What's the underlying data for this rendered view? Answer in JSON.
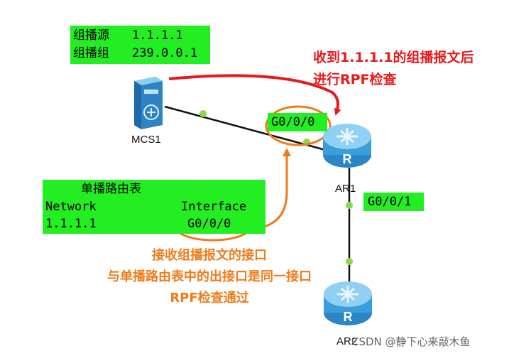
{
  "multicast_info": {
    "source_label": "组播源",
    "source_value": "1.1.1.1",
    "group_label": "组播组",
    "group_value": "239.0.0.1"
  },
  "unicast_table": {
    "title": "单播路由表",
    "col_network": "Network",
    "col_interface": "Interface",
    "row_network": "1.1.1.1",
    "row_interface": "G0/0/0"
  },
  "devices": {
    "server": "MCS1",
    "router1": "AR1",
    "router2": "AR2"
  },
  "interfaces": {
    "ar1_g000": "G0/0/0",
    "ar1_g001": "G0/0/1"
  },
  "annotations": {
    "red_line1": "收到1.1.1.1的组播报文后",
    "red_line2": "进行RPF检查",
    "orange_line1": "接收组播报文的接口",
    "orange_line2": "与单播路由表中的出接口是同一接口",
    "orange_line3": "RPF检查通过"
  },
  "watermark": "CSDN @静下心来敲木鱼",
  "colors": {
    "label_green": "#22ee22",
    "red": "#e8191a",
    "orange": "#f07b1a",
    "device_blue": "#3a9fd8"
  }
}
